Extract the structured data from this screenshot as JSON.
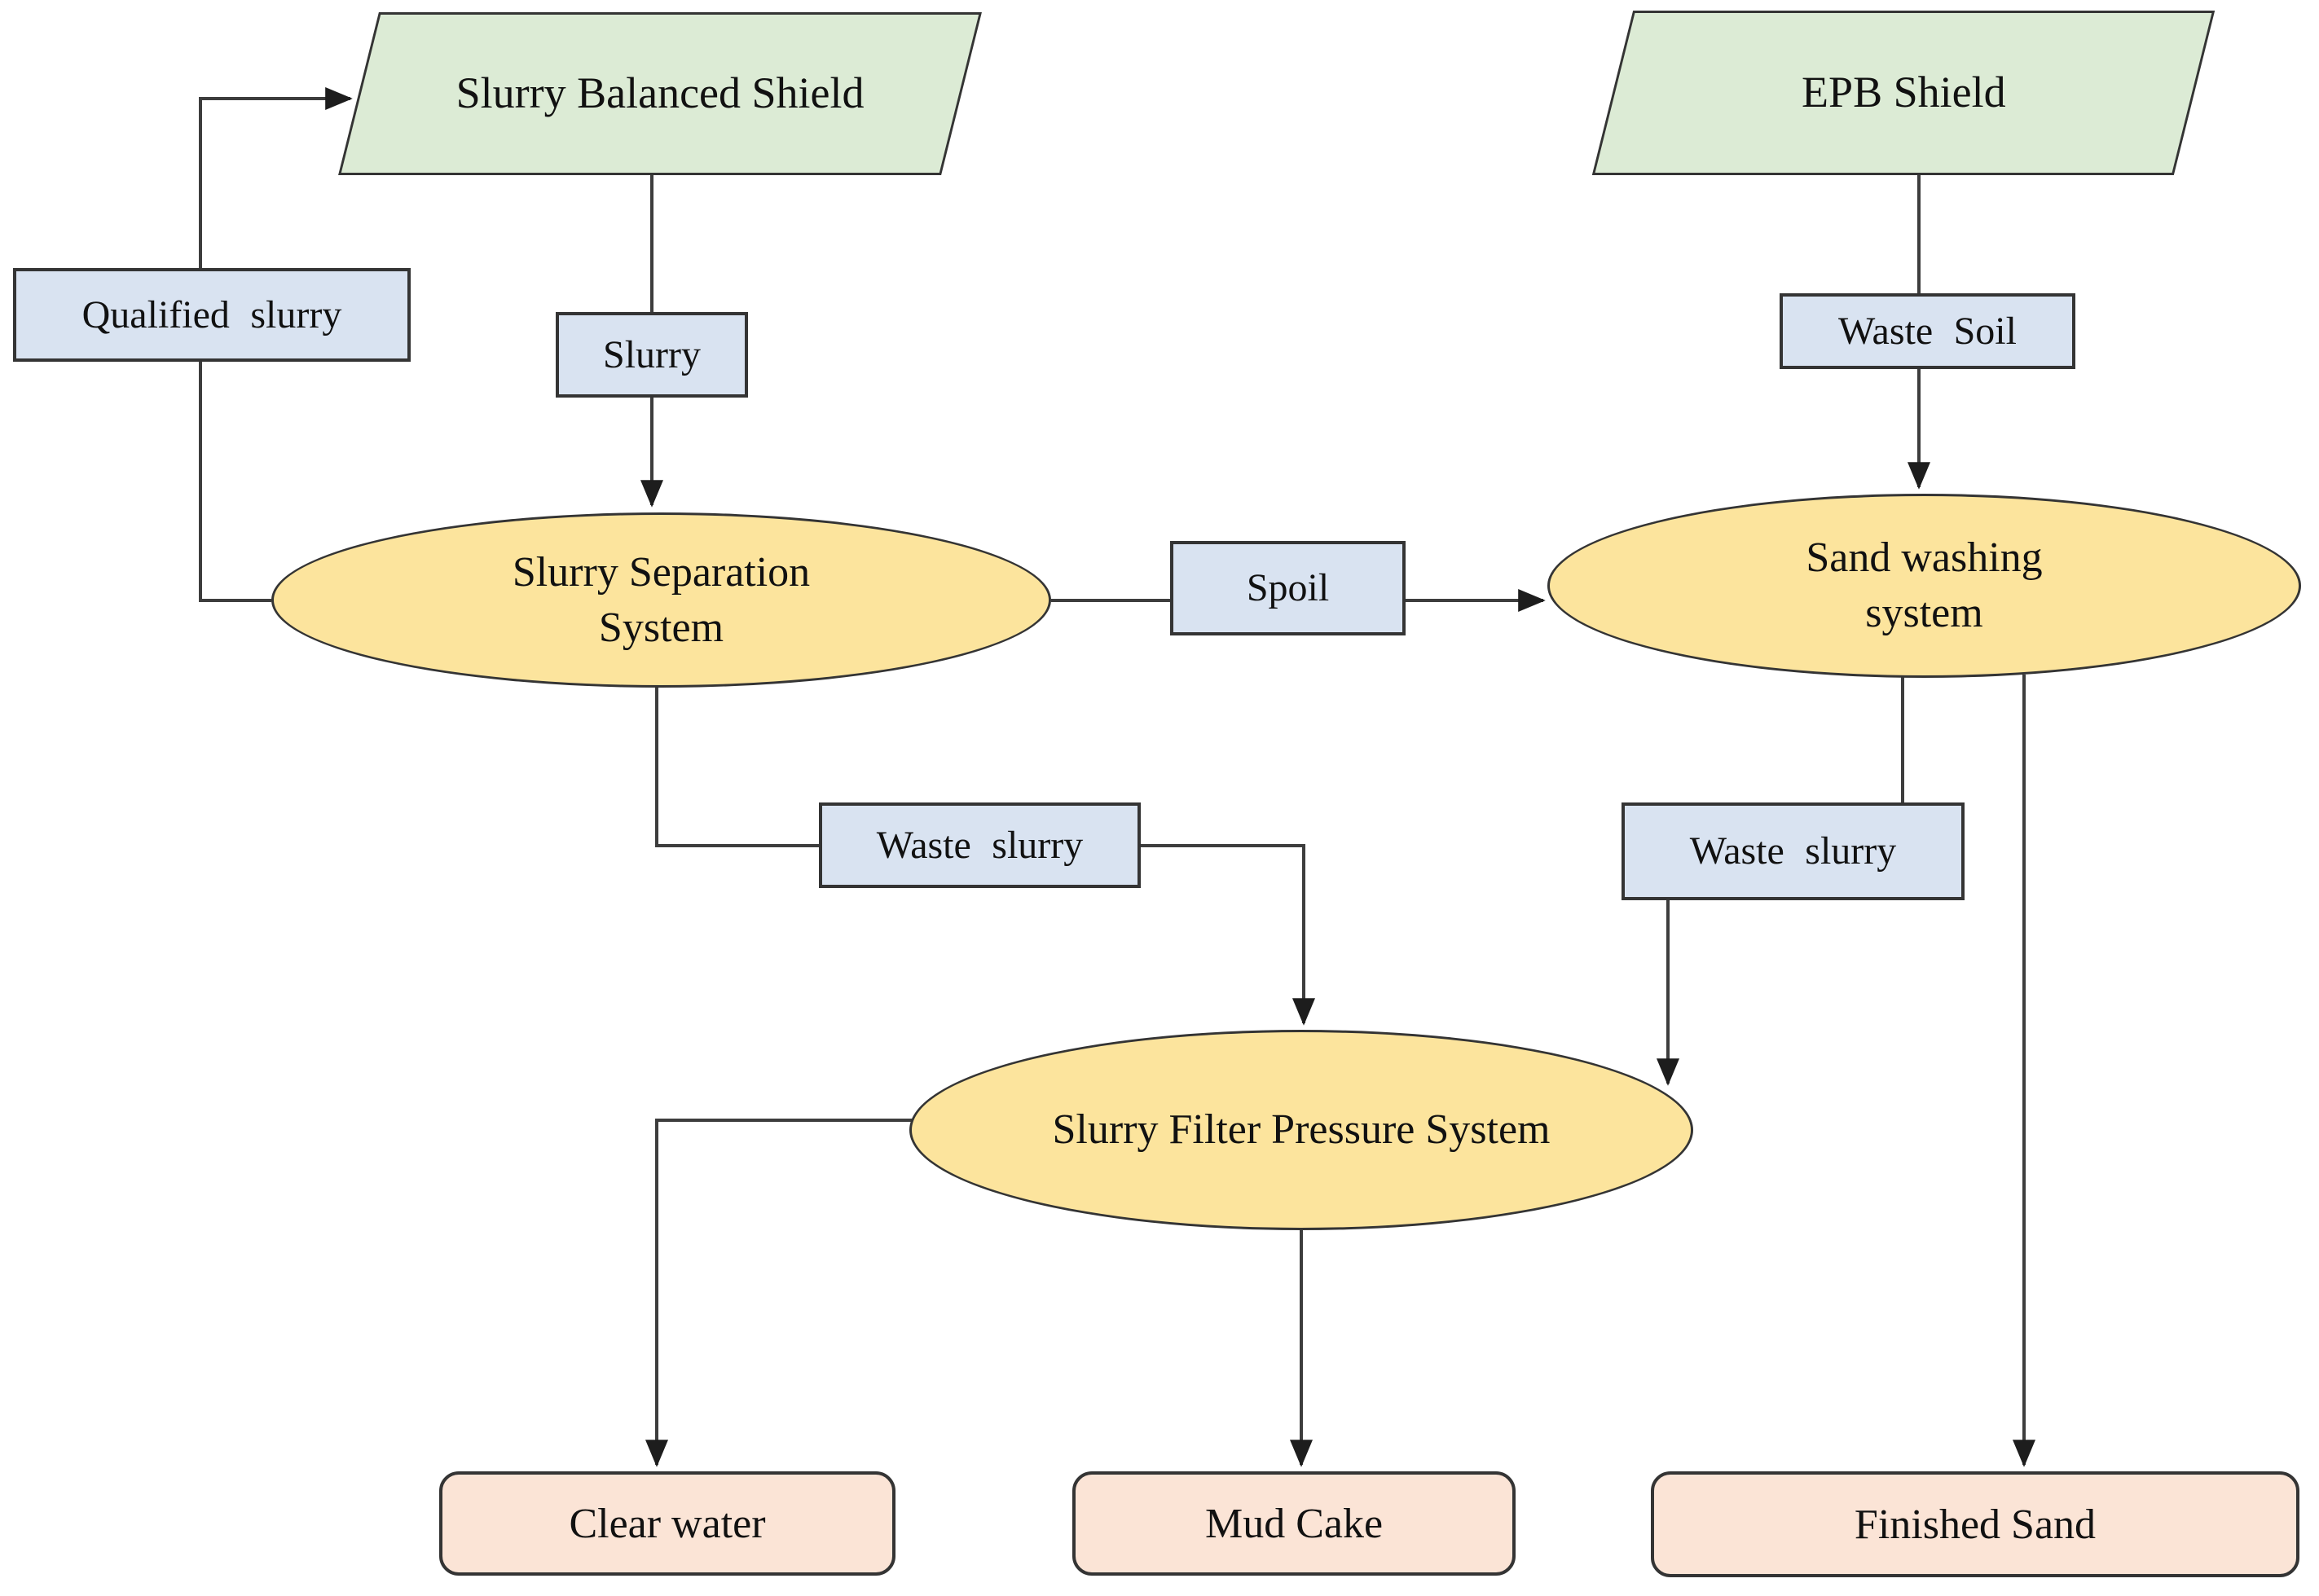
{
  "nodes": {
    "slurry_balanced_shield": "Slurry Balanced Shield",
    "epb_shield": "EPB Shield",
    "slurry_separation_system": "Slurry Separation System",
    "sand_washing_system": "Sand washing system",
    "slurry_filter_pressure_system": "Slurry Filter Pressure System"
  },
  "flow_labels": {
    "qualified_slurry": "Qualified slurry",
    "slurry": "Slurry",
    "waste_soil": "Waste Soil",
    "spoil": "Spoil",
    "waste_slurry_left": "Waste slurry",
    "waste_slurry_right": "Waste slurry"
  },
  "outputs": {
    "clear_water": "Clear water",
    "mud_cake": "Mud Cake",
    "finished_sand": "Finished Sand"
  },
  "edges": [
    {
      "from": "slurry_balanced_shield",
      "to": "slurry_separation_system",
      "label": "Slurry"
    },
    {
      "from": "slurry_separation_system",
      "to": "slurry_balanced_shield",
      "label": "Qualified slurry"
    },
    {
      "from": "slurry_separation_system",
      "to": "sand_washing_system",
      "label": "Spoil"
    },
    {
      "from": "epb_shield",
      "to": "sand_washing_system",
      "label": "Waste Soil"
    },
    {
      "from": "slurry_separation_system",
      "to": "slurry_filter_pressure_system",
      "label": "Waste slurry"
    },
    {
      "from": "sand_washing_system",
      "to": "slurry_filter_pressure_system",
      "label": "Waste slurry"
    },
    {
      "from": "sand_washing_system",
      "to": "finished_sand",
      "label": ""
    },
    {
      "from": "slurry_filter_pressure_system",
      "to": "clear_water",
      "label": ""
    },
    {
      "from": "slurry_filter_pressure_system",
      "to": "mud_cake",
      "label": ""
    }
  ],
  "colors": {
    "shield_fill": "#dcebd5",
    "label_fill": "#d9e3f1",
    "process_fill": "#fce49d",
    "output_fill": "#fbe4d6",
    "line": "#3d3d3d",
    "arrow": "#1d1d1d",
    "border": "#343434",
    "text": "#111111"
  }
}
